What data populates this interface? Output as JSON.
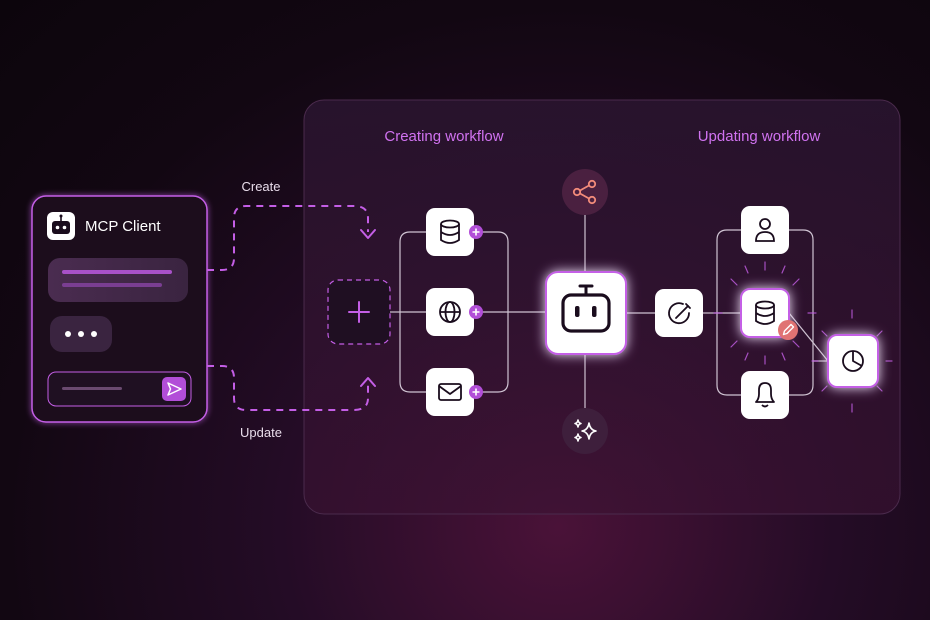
{
  "client": {
    "title": "MCP Client",
    "create_label": "Create",
    "update_label": "Update"
  },
  "panel": {
    "creating_title": "Creating workflow",
    "updating_title": "Updating workflow"
  },
  "icons": {
    "add": "plus-icon",
    "create_nodes": [
      "database-icon",
      "globe-icon",
      "mail-icon"
    ],
    "agent": "robot-icon",
    "top": "share-icon",
    "bottom": "sparkles-icon",
    "update_source": "edit-icon",
    "update_nodes": [
      "user-icon",
      "database-icon",
      "bell-icon"
    ],
    "edit_badge": "pencil-icon",
    "result": "pie-chart-icon"
  },
  "colors": {
    "accent": "#c45ee6",
    "accent_dark": "#9e3fc4",
    "panel_border": "#4a2a4c",
    "edit_badge": "#e07373",
    "share_icon": "#f28b7a"
  }
}
